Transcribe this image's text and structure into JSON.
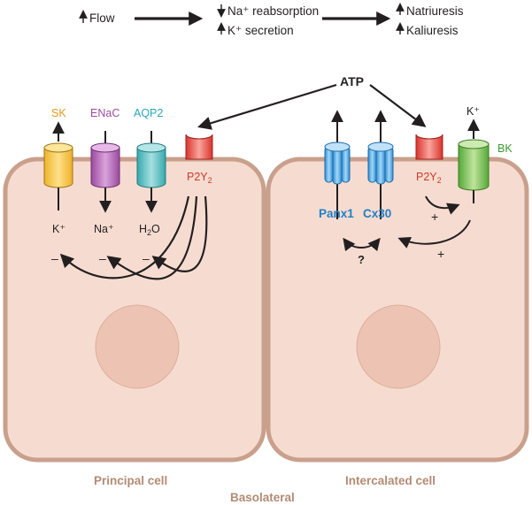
{
  "header": {
    "step1": "Flow",
    "step2_line1": "Na⁺ reabsorption",
    "step2_line2": "K⁺ secretion",
    "step3_line1": "Natriuresis",
    "step3_line2": "Kaliuresis"
  },
  "atp": "ATP",
  "principal_cell": {
    "name": "Principal cell",
    "channels": {
      "sk": "SK",
      "enac": "ENaC",
      "aqp2": "AQP2"
    },
    "receptor": "P2Y",
    "receptor_sub": "2",
    "ions": {
      "k": "K⁺",
      "na": "Na⁺",
      "h": "H",
      "h_sub": "2",
      "o": "O"
    },
    "inhibition_sign": "–"
  },
  "intercalated_cell": {
    "name": "Intercalated cell",
    "channels": {
      "panx1": "Panx1",
      "cx30": "Cx30",
      "bk": "BK"
    },
    "receptor": "P2Y",
    "receptor_sub": "2",
    "k_out": "K⁺",
    "question": "?",
    "plus_sign": "+"
  },
  "basolateral": "Basolateral",
  "colors": {
    "cell_fill": "#f6dcd0",
    "cell_border": "#c9a08c",
    "nucleus": "#edc4b3",
    "sk": "#f5c53c",
    "enac": "#b461b6",
    "aqp2": "#46b8bb",
    "p2y2": "#e6403a",
    "connexin": "#3b9ee0",
    "bk": "#66b740",
    "sk_text": "#e39b1b",
    "enac_text": "#9c4b9c",
    "aqp2_text": "#2aa6b7",
    "p2y2_text": "#d2362c",
    "connexin_text": "#1f7fc7",
    "bk_text": "#3a9b33",
    "cell_name_text": "#b38b74"
  }
}
